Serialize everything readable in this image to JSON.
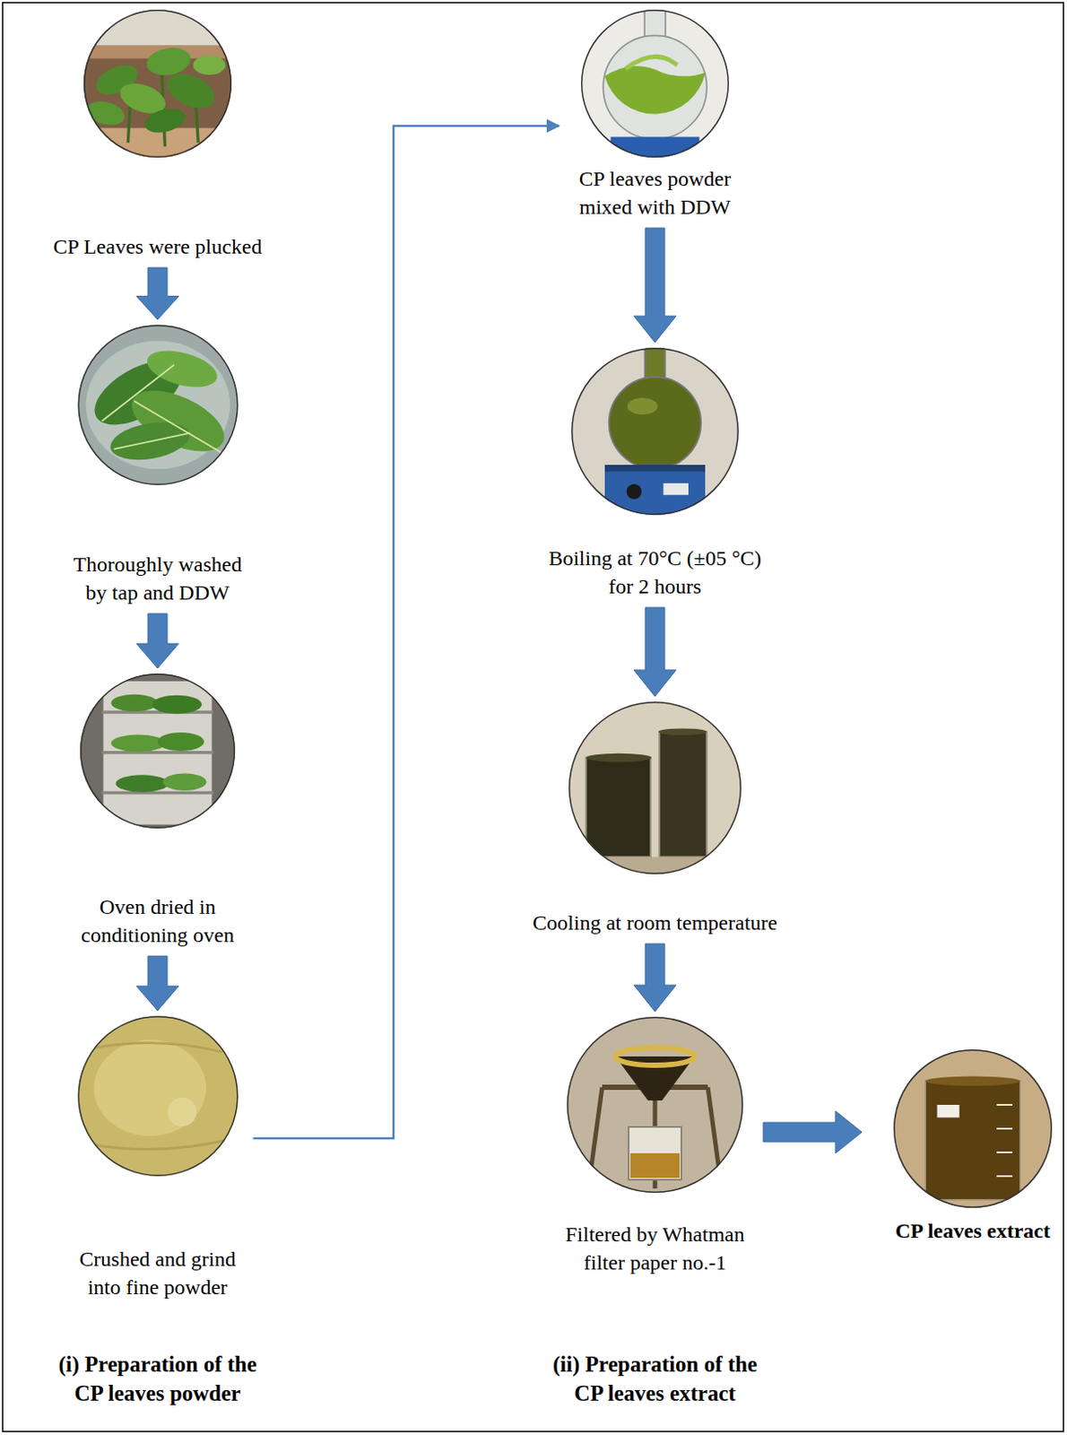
{
  "diagram": {
    "nodes": [
      {
        "text": [
          "CP Leaves were plucked"
        ]
      },
      {
        "text": [
          "Thoroughly washed by tap and DDW"
        ]
      },
      {
        "text": [
          "Oven dried in conditioning oven"
        ]
      },
      {
        "text": [
          "Crushed and grind into fine powder"
        ]
      },
      {
        "text": [
          "CP leaves powder mixed with DDW"
        ]
      },
      {
        "text": [
          "Boiling at 70°C (±05 °C) for 2 hours"
        ]
      },
      {
        "text": [
          "Cooling at room temperature"
        ]
      },
      {
        "text": [
          "Filtered by Whatman filter paper no.-1"
        ]
      },
      {
        "text": [
          "CP leaves extract"
        ]
      }
    ],
    "edges": [
      {
        "from": 0,
        "to": 1,
        "arrow": "to"
      },
      {
        "from": 1,
        "to": 2,
        "arrow": "to"
      },
      {
        "from": 2,
        "to": 3,
        "arrow": "to"
      },
      {
        "from": 3,
        "to": 4,
        "arrow": "to"
      },
      {
        "from": 4,
        "to": 5,
        "arrow": "to"
      },
      {
        "from": 5,
        "to": 6,
        "arrow": "to"
      },
      {
        "from": 6,
        "to": 7,
        "arrow": "to"
      },
      {
        "from": 7,
        "to": 8,
        "arrow": "to"
      }
    ],
    "labels": [
      "(i) Preparation of the CP leaves powder",
      "(ii) Preparation of the CP leaves extract"
    ]
  }
}
